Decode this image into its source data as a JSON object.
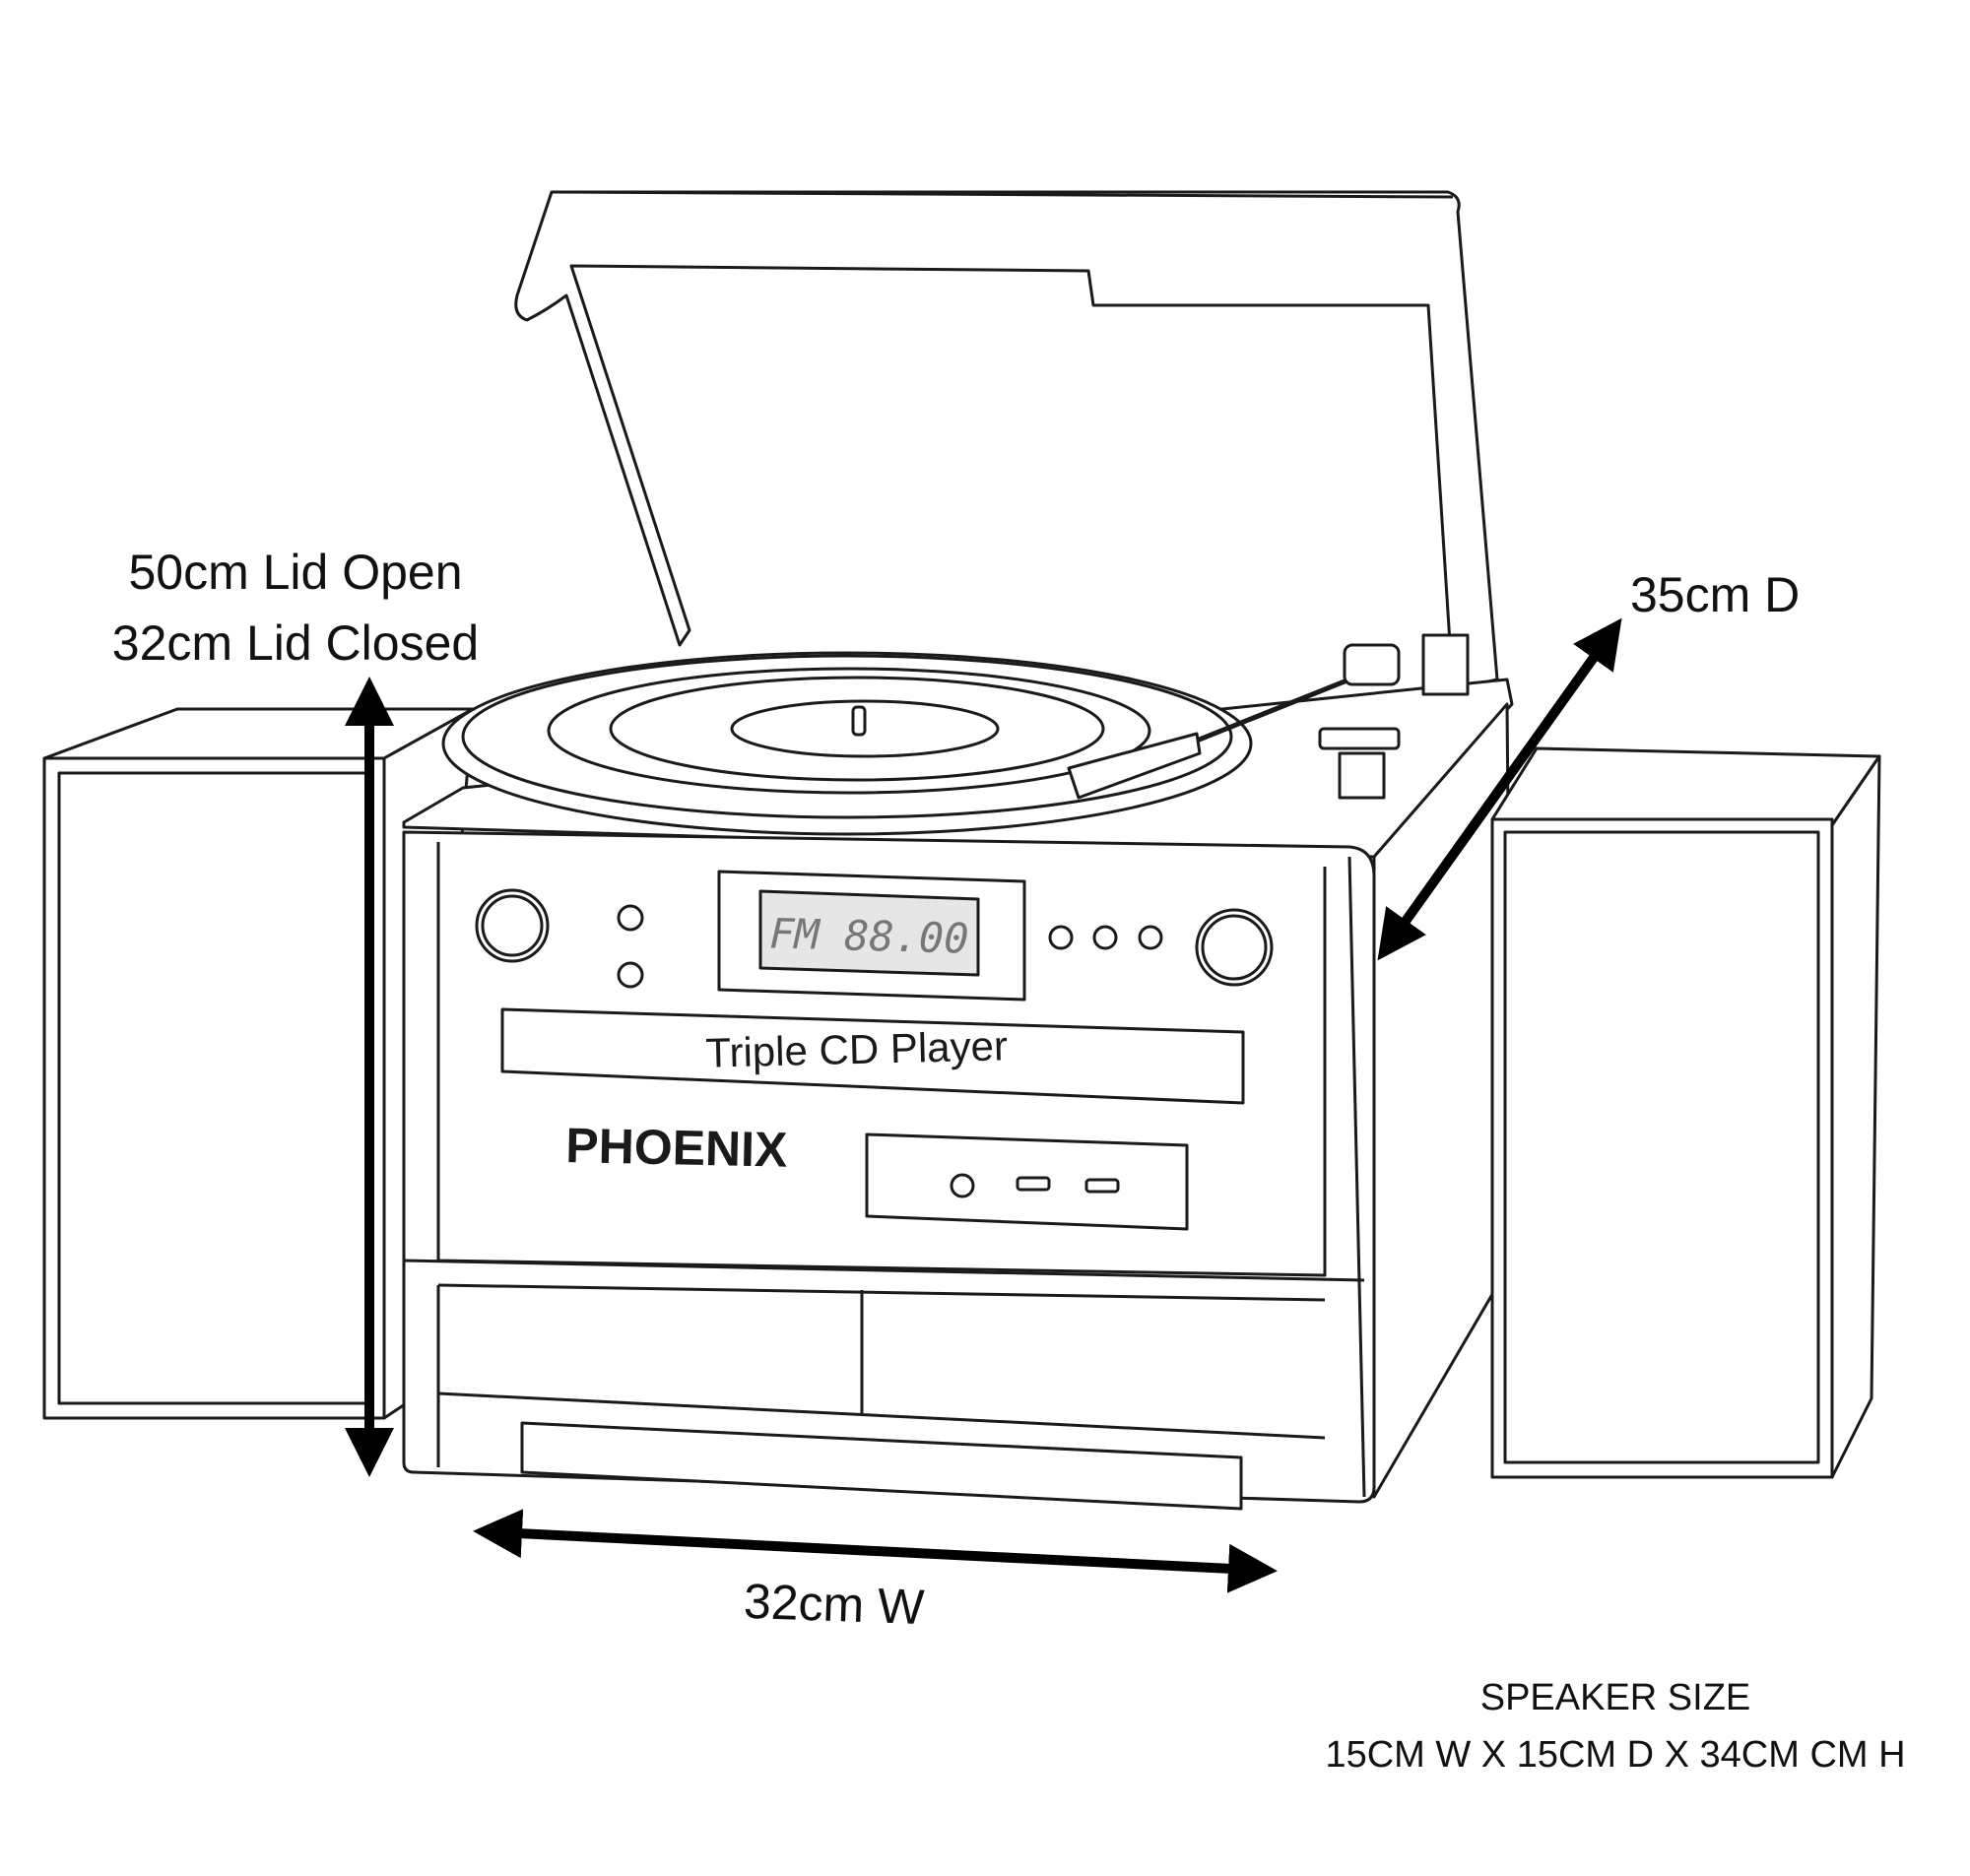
{
  "labels": {
    "height_open": "50cm Lid Open",
    "height_closed": "32cm Lid Closed",
    "depth": "35cm D",
    "width": "32cm W",
    "speaker_title": "SPEAKER SIZE",
    "speaker_dims": "15CM W X 15CM D X 34CM CM H"
  },
  "device": {
    "front_label": "Triple CD Player",
    "brand": "PHOENIX",
    "display_text": "FM 88.00"
  },
  "colors": {
    "line": "#1a1a1a",
    "arrow": "#000000",
    "display": "#e6e6e6"
  }
}
